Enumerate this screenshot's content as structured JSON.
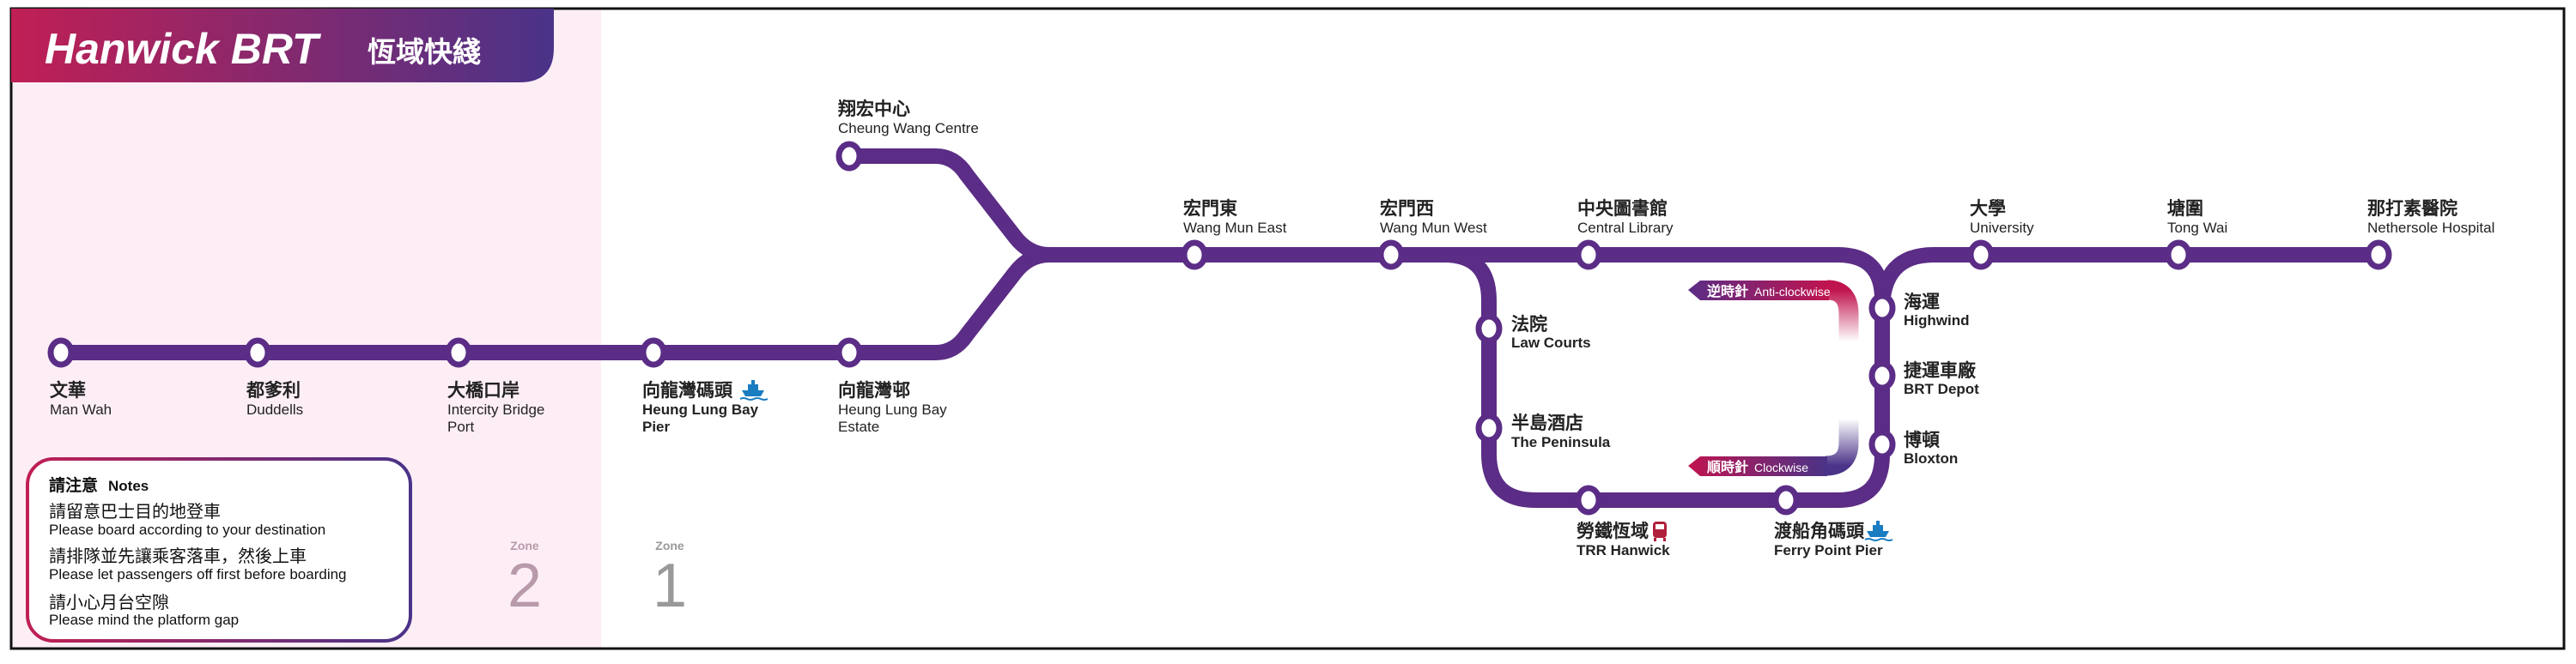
{
  "header": {
    "title_en": "Hanwick BRT",
    "title_zh": "恆域快綫"
  },
  "colors": {
    "line": "#5b2d86",
    "header_start": "#c01f54",
    "header_end": "#4a3388",
    "zone2_bg": "#fdeef6",
    "ferry": "#1a7cc1",
    "rail": "#b0203c"
  },
  "stations": {
    "man_wah": {
      "zh": "文華",
      "en": "Man Wah"
    },
    "duddells": {
      "zh": "都爹利",
      "en": "Duddells"
    },
    "intercity": {
      "zh": "大橋口岸",
      "en1": "Intercity Bridge",
      "en2": "Port"
    },
    "hlb_pier": {
      "zh": "向龍灣碼頭",
      "en1": "Heung Lung Bay",
      "en2": "Pier",
      "icon": "ferry-icon"
    },
    "hlb_estate": {
      "zh": "向龍灣邨",
      "en1": "Heung Lung Bay",
      "en2": "Estate"
    },
    "cheung_wang": {
      "zh": "翔宏中心",
      "en": "Cheung Wang Centre"
    },
    "wang_mun_east": {
      "zh": "宏門東",
      "en": "Wang Mun East"
    },
    "wang_mun_west": {
      "zh": "宏門西",
      "en": "Wang Mun West"
    },
    "central_library": {
      "zh": "中央圖書館",
      "en": "Central Library"
    },
    "university": {
      "zh": "大學",
      "en": "University"
    },
    "tong_wai": {
      "zh": "塘圍",
      "en": "Tong Wai"
    },
    "nethersole": {
      "zh": "那打素醫院",
      "en": "Nethersole Hospital"
    },
    "law_courts": {
      "zh": "法院",
      "en": "Law Courts"
    },
    "peninsula": {
      "zh": "半島酒店",
      "en": "The Peninsula"
    },
    "highwind": {
      "zh": "海運",
      "en": "Highwind"
    },
    "brt_depot": {
      "zh": "捷運車廠",
      "en": "BRT Depot"
    },
    "bloxton": {
      "zh": "博頓",
      "en": "Bloxton"
    },
    "trr_hanwick": {
      "zh": "勞鐵恆域",
      "en": "TRR Hanwick",
      "icon": "train-icon"
    },
    "ferry_point": {
      "zh": "渡船角碼頭",
      "en": "Ferry Point Pier",
      "icon": "ferry-icon"
    }
  },
  "directions": {
    "anti": {
      "zh": "逆時針",
      "en": "Anti-clockwise"
    },
    "clock": {
      "zh": "順時針",
      "en": "Clockwise"
    }
  },
  "notes": {
    "title_zh": "請注意",
    "title_en": "Notes",
    "items": [
      {
        "zh": "請留意巴士目的地登車",
        "en": "Please board according to your destination"
      },
      {
        "zh": "請排隊並先讓乘客落車，然後上車",
        "en": "Please let passengers off first before boarding"
      },
      {
        "zh": "請小心月台空隙",
        "en": "Please mind the platform gap"
      }
    ]
  },
  "zones": [
    {
      "label": "Zone",
      "number": "2"
    },
    {
      "label": "Zone",
      "number": "1"
    }
  ]
}
